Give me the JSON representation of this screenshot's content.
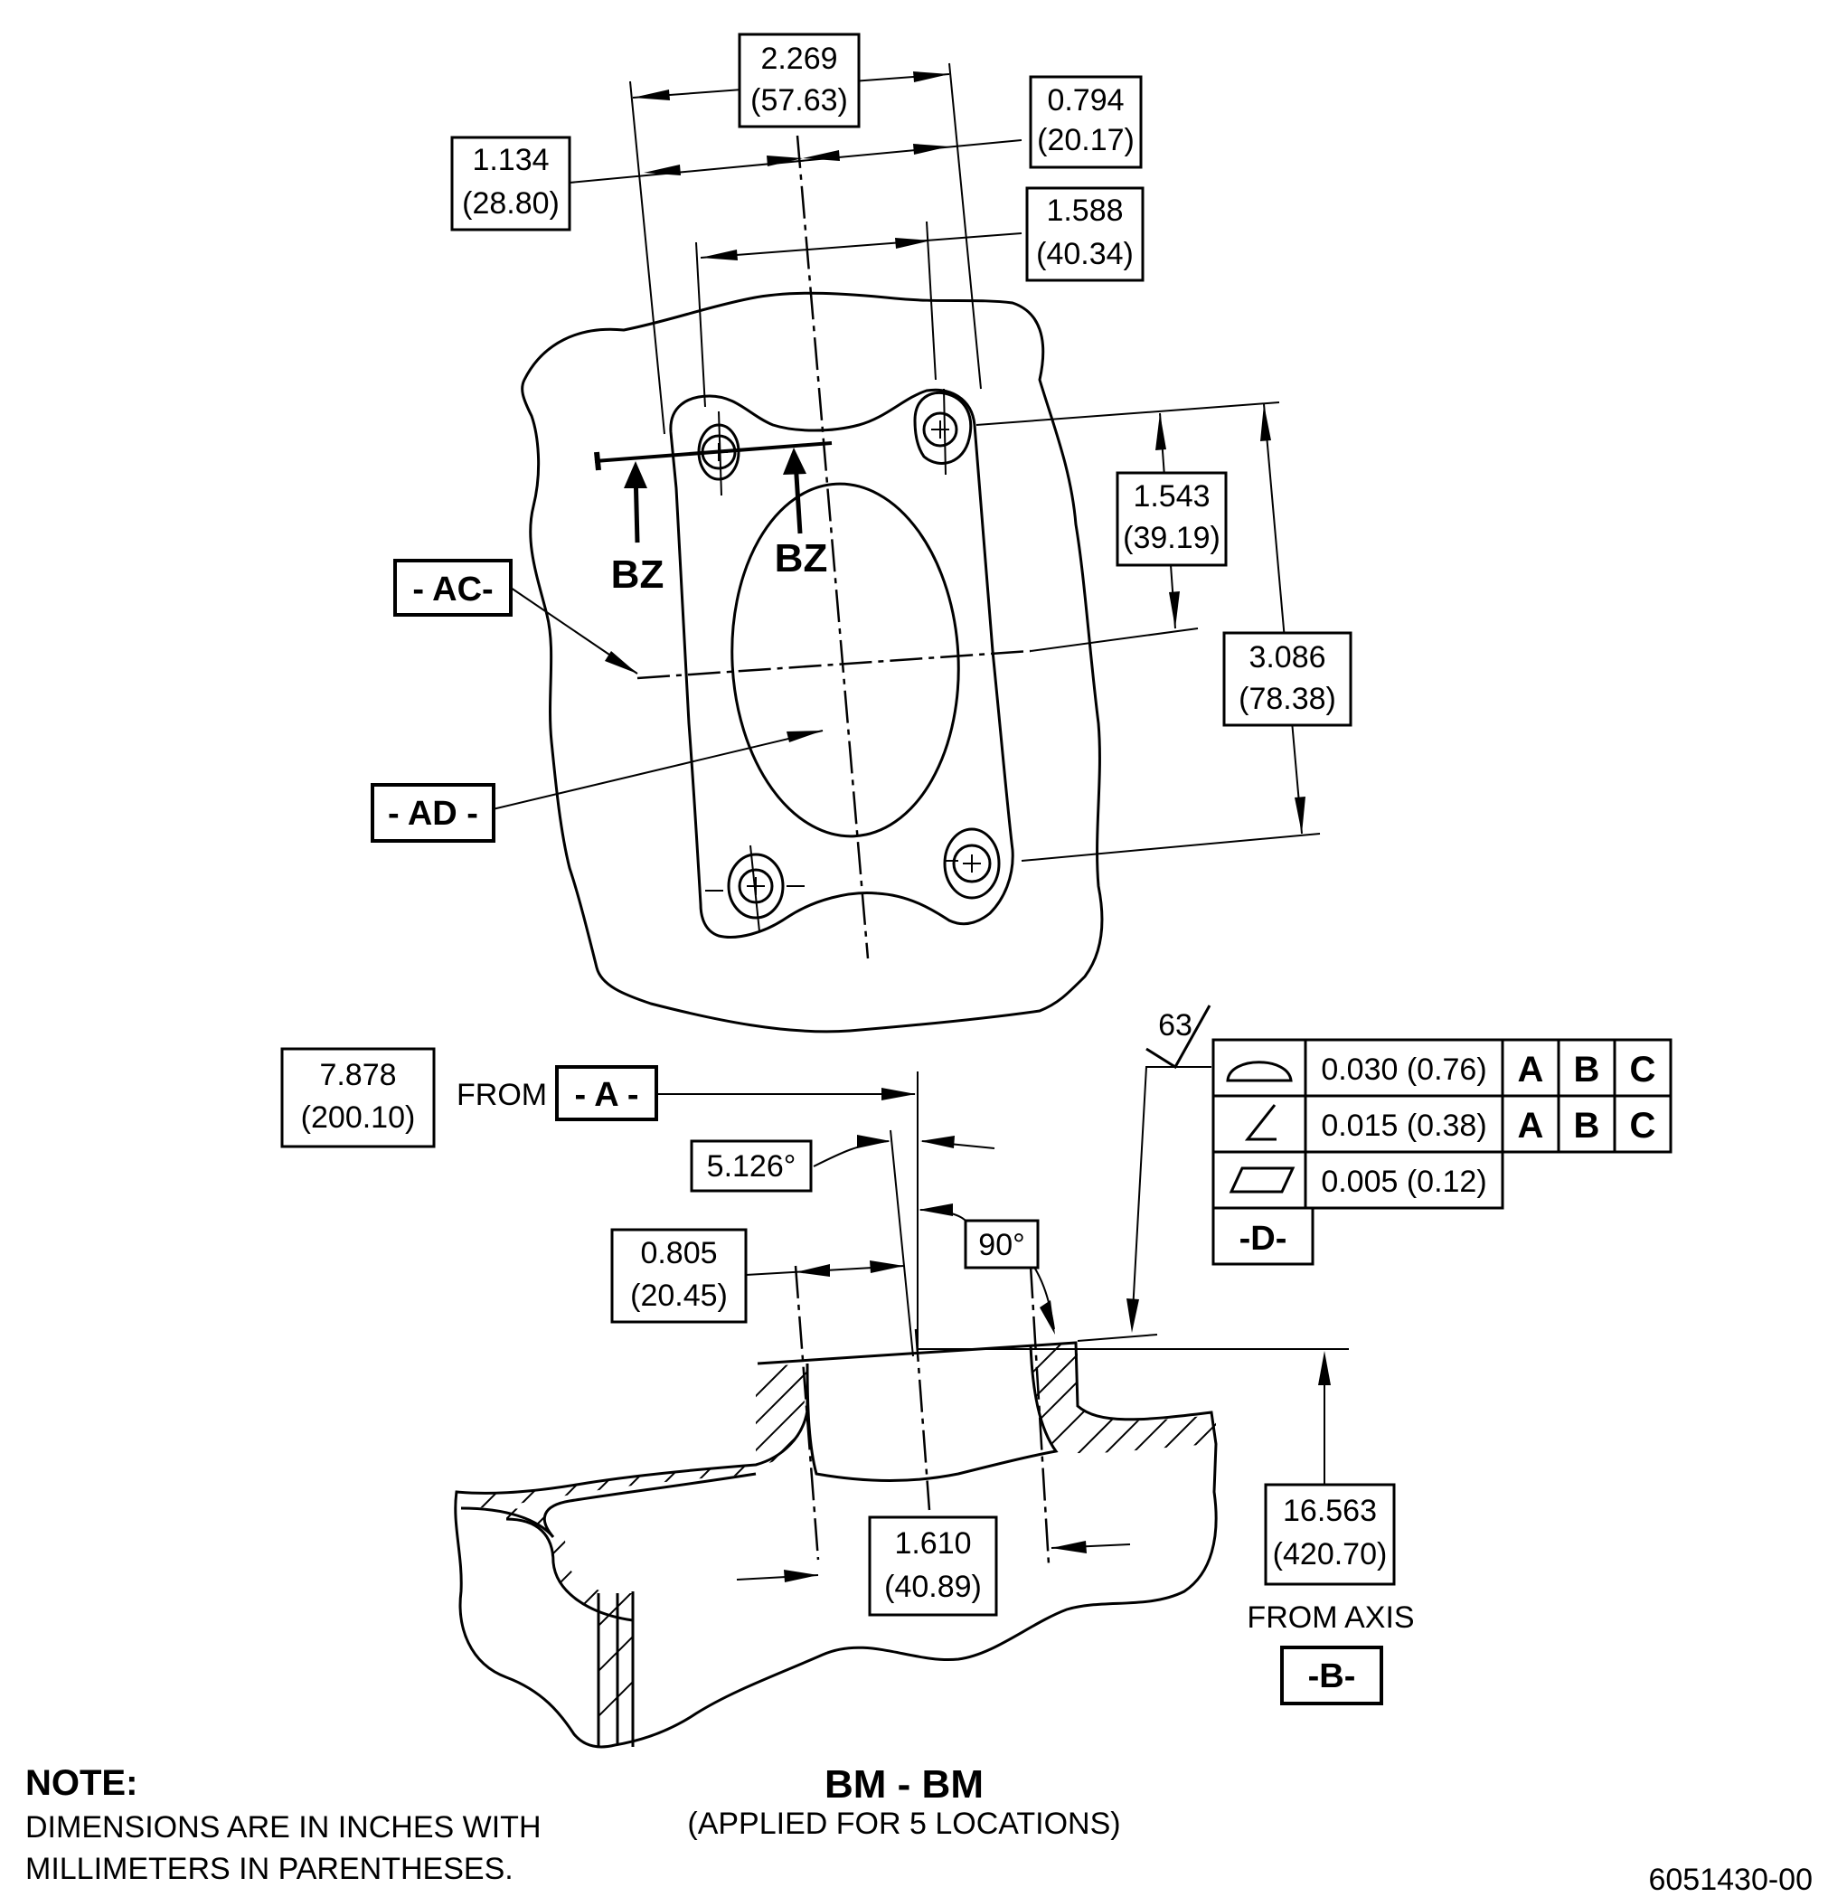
{
  "dimensions": {
    "d_2269": {
      "in": "2.269",
      "mm": "(57.63)"
    },
    "d_0794": {
      "in": "0.794",
      "mm": "(20.17)"
    },
    "d_1134": {
      "in": "1.134",
      "mm": "(28.80)"
    },
    "d_1588": {
      "in": "1.588",
      "mm": "(40.34)"
    },
    "d_1543": {
      "in": "1.543",
      "mm": "(39.19)"
    },
    "d_3086": {
      "in": "3.086",
      "mm": "(78.38)"
    },
    "d_7878": {
      "in": "7.878",
      "mm": "(200.10)"
    },
    "d_0805": {
      "in": "0.805",
      "mm": "(20.45)"
    },
    "d_1610": {
      "in": "1.610",
      "mm": "(40.89)"
    },
    "d_16563": {
      "in": "16.563",
      "mm": "(420.70)"
    }
  },
  "angles": {
    "a1": "5.126°",
    "a2": "90°"
  },
  "datums": {
    "ac": "- AC-",
    "ad": "- AD -",
    "a": "- A -",
    "b": "-B-",
    "d": "-D-"
  },
  "section_marks": {
    "bz_left": "BZ",
    "bz_right": "BZ"
  },
  "labels": {
    "from": "FROM",
    "from_axis": "FROM AXIS",
    "surface_finish": "63"
  },
  "fcf": [
    {
      "symbol": "profile-of-surface",
      "tol": "0.030 (0.76)",
      "refs": [
        "A",
        "B",
        "C"
      ]
    },
    {
      "symbol": "angularity",
      "tol": "0.015 (0.38)",
      "refs": [
        "A",
        "B",
        "C"
      ]
    },
    {
      "symbol": "flatness",
      "tol": "0.005 (0.12)",
      "refs": []
    }
  ],
  "note": {
    "title": "NOTE:",
    "line1": "DIMENSIONS ARE IN INCHES WITH",
    "line2": "MILLIMETERS IN PARENTHESES."
  },
  "section": {
    "title": "BM - BM",
    "subtitle": "(APPLIED FOR 5 LOCATIONS)"
  },
  "drawing_number": "6051430-00"
}
